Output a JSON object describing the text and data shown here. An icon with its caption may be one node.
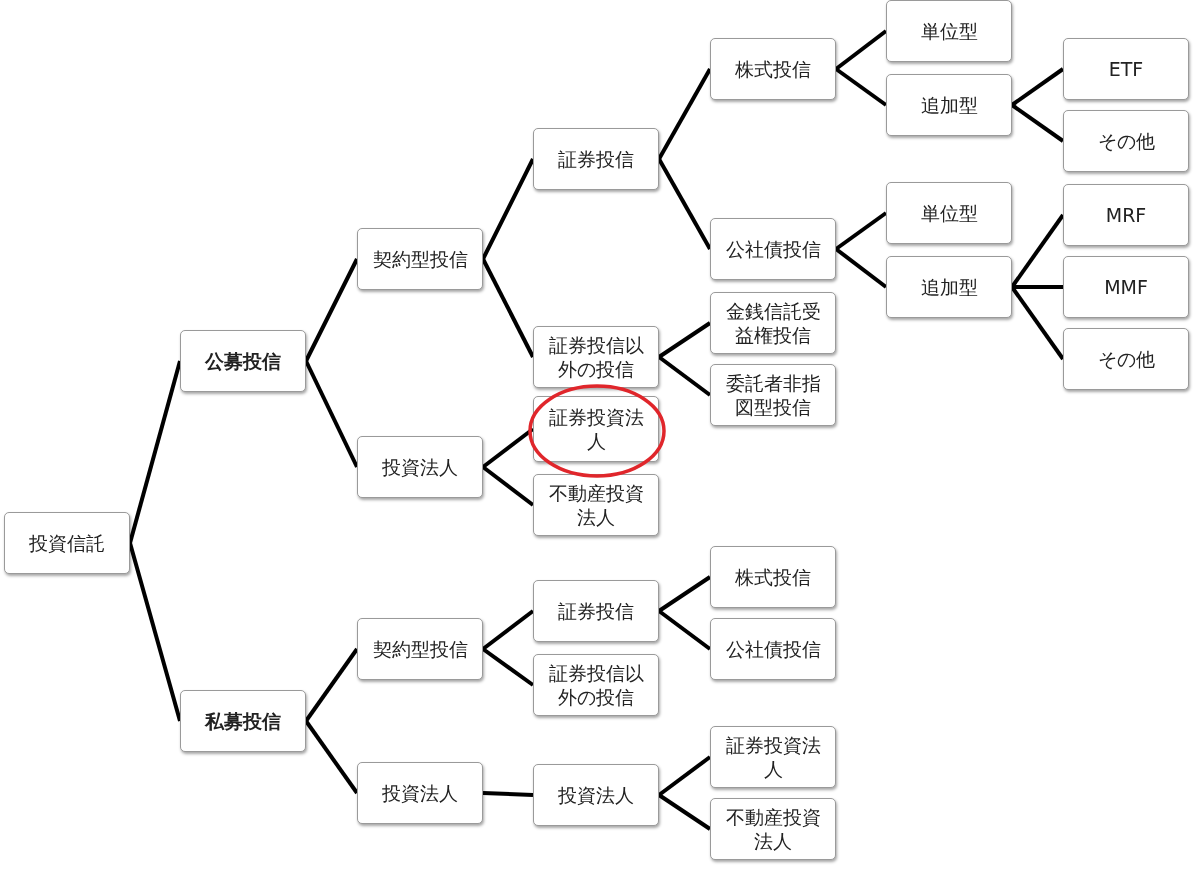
{
  "diagram": {
    "nodes": [
      {
        "text": [
          "投資信託"
        ]
      },
      {
        "text": [
          "公募投信"
        ]
      },
      {
        "text": [
          "私募投信"
        ]
      },
      {
        "text": [
          "契約型投信"
        ]
      },
      {
        "text": [
          "投資法人"
        ]
      },
      {
        "text": [
          "証券投信"
        ]
      },
      {
        "text": [
          "証券投信以外の投信"
        ]
      },
      {
        "text": [
          "証券投資法人"
        ]
      },
      {
        "text": [
          "不動産投資法人"
        ]
      },
      {
        "text": [
          "株式投信"
        ]
      },
      {
        "text": [
          "公社債投信"
        ]
      },
      {
        "text": [
          "金銭信託受益権投信"
        ]
      },
      {
        "text": [
          "委託者非指図型投信"
        ]
      },
      {
        "text": [
          "単位型"
        ]
      },
      {
        "text": [
          "追加型"
        ]
      },
      {
        "text": [
          "単位型"
        ]
      },
      {
        "text": [
          "追加型"
        ]
      },
      {
        "text": [
          "ETF"
        ]
      },
      {
        "text": [
          "その他"
        ]
      },
      {
        "text": [
          "MRF"
        ]
      },
      {
        "text": [
          "MMF"
        ]
      },
      {
        "text": [
          "その他"
        ]
      },
      {
        "text": [
          "契約型投信"
        ]
      },
      {
        "text": [
          "投資法人"
        ]
      },
      {
        "text": [
          "証券投信"
        ]
      },
      {
        "text": [
          "証券投信以外の投信"
        ]
      },
      {
        "text": [
          "投資法人"
        ]
      },
      {
        "text": [
          "株式投信"
        ]
      },
      {
        "text": [
          "公社債投信"
        ]
      },
      {
        "text": [
          "証券投資法人"
        ]
      },
      {
        "text": [
          "不動産投資法人"
        ]
      }
    ],
    "edges": [
      {
        "from": 0,
        "to": 1,
        "arrow": "none"
      },
      {
        "from": 0,
        "to": 2,
        "arrow": "none"
      },
      {
        "from": 1,
        "to": 3,
        "arrow": "none"
      },
      {
        "from": 1,
        "to": 4,
        "arrow": "none"
      },
      {
        "from": 3,
        "to": 5,
        "arrow": "none"
      },
      {
        "from": 3,
        "to": 6,
        "arrow": "none"
      },
      {
        "from": 4,
        "to": 7,
        "arrow": "none"
      },
      {
        "from": 4,
        "to": 8,
        "arrow": "none"
      },
      {
        "from": 5,
        "to": 9,
        "arrow": "none"
      },
      {
        "from": 5,
        "to": 10,
        "arrow": "none"
      },
      {
        "from": 6,
        "to": 11,
        "arrow": "none"
      },
      {
        "from": 6,
        "to": 12,
        "arrow": "none"
      },
      {
        "from": 9,
        "to": 13,
        "arrow": "none"
      },
      {
        "from": 9,
        "to": 14,
        "arrow": "none"
      },
      {
        "from": 10,
        "to": 15,
        "arrow": "none"
      },
      {
        "from": 10,
        "to": 16,
        "arrow": "none"
      },
      {
        "from": 14,
        "to": 17,
        "arrow": "none"
      },
      {
        "from": 14,
        "to": 18,
        "arrow": "none"
      },
      {
        "from": 16,
        "to": 19,
        "arrow": "none"
      },
      {
        "from": 16,
        "to": 20,
        "arrow": "none"
      },
      {
        "from": 16,
        "to": 21,
        "arrow": "none"
      },
      {
        "from": 2,
        "to": 22,
        "arrow": "none"
      },
      {
        "from": 2,
        "to": 23,
        "arrow": "none"
      },
      {
        "from": 22,
        "to": 24,
        "arrow": "none"
      },
      {
        "from": 22,
        "to": 25,
        "arrow": "none"
      },
      {
        "from": 23,
        "to": 26,
        "arrow": "none"
      },
      {
        "from": 24,
        "to": 27,
        "arrow": "none"
      },
      {
        "from": 24,
        "to": 28,
        "arrow": "none"
      },
      {
        "from": 26,
        "to": 29,
        "arrow": "none"
      },
      {
        "from": 26,
        "to": 30,
        "arrow": "none"
      }
    ]
  }
}
